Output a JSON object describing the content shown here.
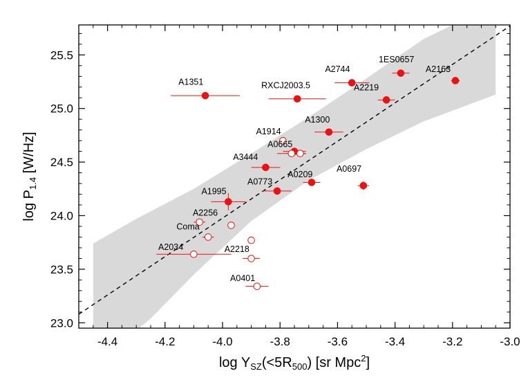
{
  "chart_data": {
    "type": "scatter",
    "title": "",
    "xlabel": {
      "prefix": "log Y",
      "sub1": "SZ",
      "mid": "(<5R",
      "sub2": "500",
      "suffix": ")  [sr Mpc",
      "sup": "2",
      "end": "]"
    },
    "ylabel": {
      "prefix": "log P",
      "sub": "1.4",
      "suffix": "  [W/Hz]"
    },
    "xlim": [
      -4.5,
      -3.0
    ],
    "ylim": [
      22.95,
      25.78
    ],
    "xticks": [
      -4.4,
      -4.2,
      -4.0,
      -3.8,
      -3.6,
      -3.4,
      -3.2,
      -3.0
    ],
    "xtick_labels": [
      "-4.4",
      "-4.2",
      "-4.0",
      "-3.8",
      "-3.6",
      "-3.4",
      "-3.2",
      "-3.0"
    ],
    "yticks": [
      23.0,
      23.5,
      24.0,
      24.5,
      25.0,
      25.5
    ],
    "ytick_labels": [
      "23.0",
      "23.5",
      "24.0",
      "24.5",
      "25.0",
      "25.5"
    ],
    "fit_line": {
      "x": [
        -4.5,
        -3.0
      ],
      "y": [
        23.08,
        25.77
      ],
      "style": "dashed"
    },
    "band": {
      "upper": [
        [
          -4.45,
          23.74
        ],
        [
          -4.3,
          23.97
        ],
        [
          -4.1,
          24.25
        ],
        [
          -3.9,
          24.58
        ],
        [
          -3.7,
          24.92
        ],
        [
          -3.5,
          25.28
        ],
        [
          -3.3,
          25.65
        ],
        [
          -3.2,
          25.78
        ],
        [
          -3.05,
          25.78
        ]
      ],
      "lower": [
        [
          -3.05,
          25.13
        ],
        [
          -3.3,
          24.88
        ],
        [
          -3.5,
          24.62
        ],
        [
          -3.7,
          24.33
        ],
        [
          -3.9,
          23.95
        ],
        [
          -4.1,
          23.45
        ],
        [
          -4.25,
          23.04
        ],
        [
          -4.29,
          22.95
        ],
        [
          -4.45,
          22.95
        ]
      ]
    },
    "colors": {
      "point": "#ee1111",
      "band": "#d9d9d9",
      "line": "#000000"
    },
    "points": [
      {
        "x": -4.06,
        "y": 25.12,
        "xerr": 0.12,
        "yerr": 0.02,
        "filled": true,
        "label": "A1351",
        "lx": -4.11,
        "ly": 25.22
      },
      {
        "x": -3.74,
        "y": 25.09,
        "xerr": 0.1,
        "yerr": 0.02,
        "filled": true,
        "label": "RXCJ2003.5",
        "lx": -3.78,
        "ly": 25.19
      },
      {
        "x": -3.55,
        "y": 25.24,
        "xerr": 0.06,
        "yerr": 0.02,
        "filled": true,
        "label": "A2744",
        "lx": -3.6,
        "ly": 25.34
      },
      {
        "x": -3.38,
        "y": 25.33,
        "xerr": 0.03,
        "yerr": 0.02,
        "filled": true,
        "label": "1ES0657",
        "lx": -3.395,
        "ly": 25.43
      },
      {
        "x": -3.43,
        "y": 25.08,
        "xerr": 0.03,
        "yerr": 0.02,
        "filled": true,
        "label": "A2219",
        "lx": -3.5,
        "ly": 25.17
      },
      {
        "x": -3.19,
        "y": 25.26,
        "xerr": 0.015,
        "yerr": 0.02,
        "filled": true,
        "label": "A2163",
        "lx": -3.25,
        "ly": 25.34
      },
      {
        "x": -3.63,
        "y": 24.78,
        "xerr": 0.05,
        "yerr": 0.02,
        "filled": true,
        "label": "A1300",
        "lx": -3.67,
        "ly": 24.87
      },
      {
        "x": -3.75,
        "y": 24.6,
        "xerr": 0.04,
        "yerr": 0.02,
        "filled": true,
        "label": "",
        "lx": 0,
        "ly": 0
      },
      {
        "x": -3.85,
        "y": 24.45,
        "xerr": 0.05,
        "yerr": 0.02,
        "filled": true,
        "label": "A3444",
        "lx": -3.92,
        "ly": 24.52
      },
      {
        "x": -3.81,
        "y": 24.23,
        "xerr": 0.05,
        "yerr": 0.02,
        "filled": true,
        "label": "A0773",
        "lx": -3.87,
        "ly": 24.29
      },
      {
        "x": -3.69,
        "y": 24.31,
        "xerr": 0.03,
        "yerr": 0.02,
        "filled": true,
        "label": "A0209",
        "lx": -3.73,
        "ly": 24.36
      },
      {
        "x": -3.51,
        "y": 24.28,
        "xerr": 0.02,
        "yerr": 0.04,
        "filled": true,
        "label": "A0697",
        "lx": -3.56,
        "ly": 24.41
      },
      {
        "x": -3.98,
        "y": 24.13,
        "xerr": 0.06,
        "yerr": 0.08,
        "filled": true,
        "label": "A1995",
        "lx": -4.03,
        "ly": 24.2
      },
      {
        "x": -3.79,
        "y": 24.7,
        "xerr": 0.0,
        "yerr": 0.0,
        "filled": false,
        "label": "A1914",
        "lx": -3.84,
        "ly": 24.76
      },
      {
        "x": -3.76,
        "y": 24.58,
        "xerr": 0.05,
        "yerr": 0.02,
        "filled": false,
        "label": "A0665",
        "lx": -3.8,
        "ly": 24.64
      },
      {
        "x": -3.73,
        "y": 24.58,
        "xerr": 0.02,
        "yerr": 0.02,
        "filled": false,
        "label": "",
        "lx": 0,
        "ly": 0
      },
      {
        "x": -4.08,
        "y": 23.94,
        "xerr": 0.02,
        "yerr": 0.02,
        "filled": false,
        "label": "A2256",
        "lx": -4.06,
        "ly": 24.0
      },
      {
        "x": -3.97,
        "y": 23.91,
        "xerr": 0.0,
        "yerr": 0.0,
        "filled": false,
        "label": "",
        "lx": 0,
        "ly": 0
      },
      {
        "x": -4.05,
        "y": 23.8,
        "xerr": 0.02,
        "yerr": 0.02,
        "filled": false,
        "label": "Coma",
        "lx": -4.12,
        "ly": 23.87
      },
      {
        "x": -3.9,
        "y": 23.77,
        "xerr": 0.01,
        "yerr": 0.02,
        "filled": false,
        "label": "",
        "lx": 0,
        "ly": 0
      },
      {
        "x": -4.1,
        "y": 23.64,
        "xerr": 0.13,
        "yerr": 0.02,
        "filled": false,
        "label": "A2034",
        "lx": -4.18,
        "ly": 23.68
      },
      {
        "x": -3.9,
        "y": 23.6,
        "xerr": 0.03,
        "yerr": 0.02,
        "filled": false,
        "label": "A2218",
        "lx": -3.95,
        "ly": 23.66
      },
      {
        "x": -3.88,
        "y": 23.34,
        "xerr": 0.04,
        "yerr": 0.02,
        "filled": false,
        "label": "A0401",
        "lx": -3.93,
        "ly": 23.39
      }
    ]
  }
}
